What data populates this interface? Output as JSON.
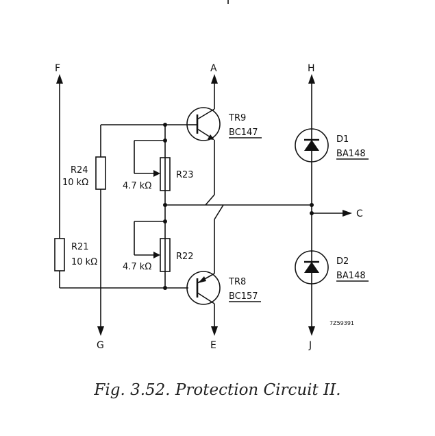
{
  "terminals": {
    "F": "F",
    "A": "A",
    "H": "H",
    "C": "C",
    "G": "G",
    "E": "E",
    "J": "J"
  },
  "components": {
    "tr9": {
      "name": "TR9",
      "type": "BC147"
    },
    "tr8": {
      "name": "TR8",
      "type": "BC157"
    },
    "d1": {
      "name": "D1",
      "type": "BA148"
    },
    "d2": {
      "name": "D2",
      "type": "BA148"
    },
    "r24": {
      "name": "R24",
      "value": "10 kΩ"
    },
    "r21": {
      "name": "R21",
      "value": "10 kΩ"
    },
    "r23": {
      "name": "R23",
      "value": "4.7 kΩ"
    },
    "r22": {
      "name": "R22",
      "value": "4.7 kΩ"
    }
  },
  "reference_code": "7Z59391",
  "caption": "Fig. 3.52. Protection Circuit II."
}
